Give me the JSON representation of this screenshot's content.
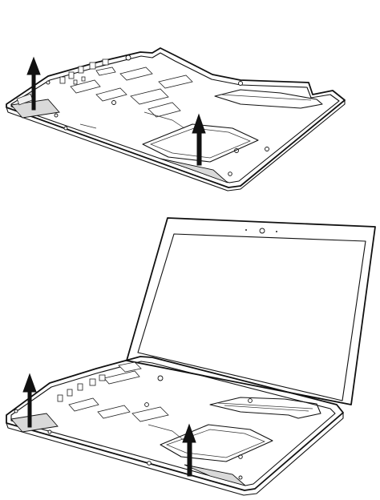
{
  "figure": {
    "top_panel": {
      "subject": "lower-case-bottom-view",
      "arrows": [
        "lift-arrow-left",
        "lift-arrow-center"
      ]
    },
    "bottom_panel": {
      "subject": "laptop-open-lower-case",
      "arrows": [
        "lift-arrow-left",
        "lift-arrow-center"
      ]
    },
    "colors": {
      "line": "#111111",
      "fill_grey": "#d9d9d9",
      "background": "#ffffff"
    }
  }
}
